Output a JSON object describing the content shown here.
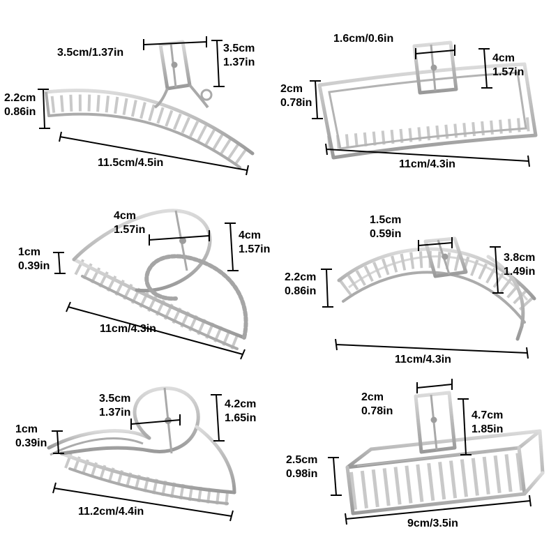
{
  "figure": {
    "name": "hair-claw-clip-size-chart",
    "description": "Six silver hair claw clips with dimension annotations"
  },
  "colors": {
    "background": "#ffffff",
    "dimension_lines": "#000000",
    "metal_light": "#dcdcdc",
    "metal_mid": "#b9b9b9",
    "metal_dark": "#999999",
    "teeth": "#c9c9c9"
  },
  "clips": [
    {
      "name": "curved-claw-clip",
      "top": "3.5cm/1.37in",
      "right": "3.5cm\n1.37in",
      "left": "2.2cm\n0.86in",
      "bottom": "11.5cm/4.5in"
    },
    {
      "name": "rectangle-claw-clip",
      "top": "1.6cm/0.6in",
      "right": "4cm\n1.57in",
      "left": "2cm\n0.78in",
      "bottom": "11cm/4.3in"
    },
    {
      "name": "cross-loop-claw-clip",
      "top": "4cm\n1.57in",
      "right": "4cm\n1.57in",
      "left": "1cm\n0.39in",
      "bottom": "11cm/4.3in"
    },
    {
      "name": "curved-banana-claw-clip",
      "top": "1.5cm\n0.59in",
      "right": "3.8cm\n1.49in",
      "left": "2.2cm\n0.86in",
      "bottom": "11cm/4.3in"
    },
    {
      "name": "loop-claw-clip",
      "top": "3.5cm\n1.37in",
      "right": "4.2cm\n1.65in",
      "left": "1cm\n0.39in",
      "bottom": "11.2cm/4.4in"
    },
    {
      "name": "box-claw-clip",
      "top": "2cm\n0.78in",
      "right": "4.7cm\n1.85in",
      "left": "2.5cm\n0.98in",
      "bottom": "9cm/3.5in"
    }
  ]
}
